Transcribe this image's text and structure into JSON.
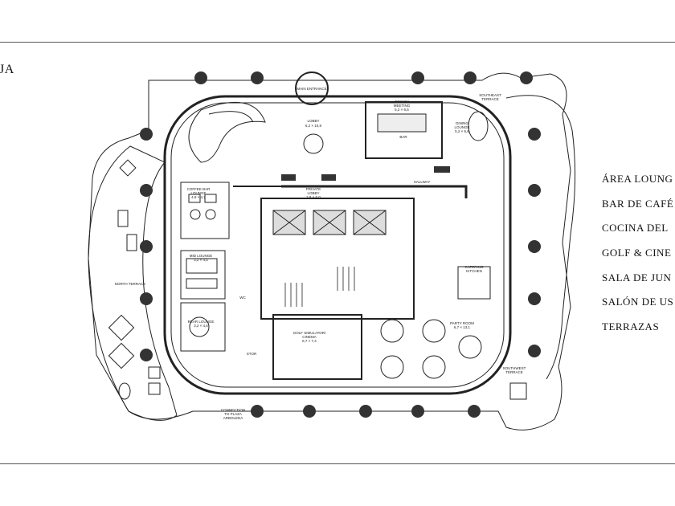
{
  "page": {
    "corner_label": "JA"
  },
  "legend": {
    "items": [
      "ÁREA LOUNG",
      "BAR DE CAFÉ",
      "COCINA DEL",
      "GOLF & CINE",
      "SALA DE JUN",
      "SALÓN DE US",
      "TERRAZAS"
    ]
  },
  "plan": {
    "labels": {
      "main_entrance": "MAIN ENTRANCE",
      "lobby": "LOBBY",
      "lobby_size": "6,2 × 10,8",
      "dining": "DINING/",
      "dining2": "MEETING",
      "dining_size": "5,2 × 6,6",
      "bar": "BAR",
      "southeast_terrace_top": "SOUTHEAST",
      "southeast_terrace_top2": "TERRACE",
      "dining_lounge": "DINING",
      "dining_lounge2": "LOUNGE",
      "dining_lounge_size": "5,2 × 6,6",
      "hallway": "HALLWAY",
      "private_lobby": "PRIVATE",
      "private_lobby2": "LOBBY",
      "private_lobby_size": "2,8 × 6,0",
      "coffee_bar": "COFFEE BAR",
      "coffee_bar2": "LOUNGE",
      "coffee_bar_size": "4,9 × 4,7",
      "mid_lounge": "MID LOUNGE",
      "mid_lounge_size": "3,2 × 4,5",
      "north_terrace": "NORTH TERRACE",
      "rear_lounge": "REAR LOUNGE",
      "rear_lounge_size": "3,2 × 4,6",
      "wc": "WC",
      "catering": "CATERING",
      "catering2": "KITCHEN",
      "golf": "GOLF SIMULATOR/",
      "golf2": "CINEMA",
      "golf_size": "6,7 × 7,4",
      "party_room": "PARTY ROOM",
      "party_room_size": "6,7 × 13,1",
      "southwest_terrace": "SOUTHWEST",
      "southwest_terrace2": "TERRACE",
      "storage": "STOR",
      "connection": "CONNECTION",
      "connection2": "TO PLAZA",
      "connection3": "ARBOLEDA"
    }
  }
}
